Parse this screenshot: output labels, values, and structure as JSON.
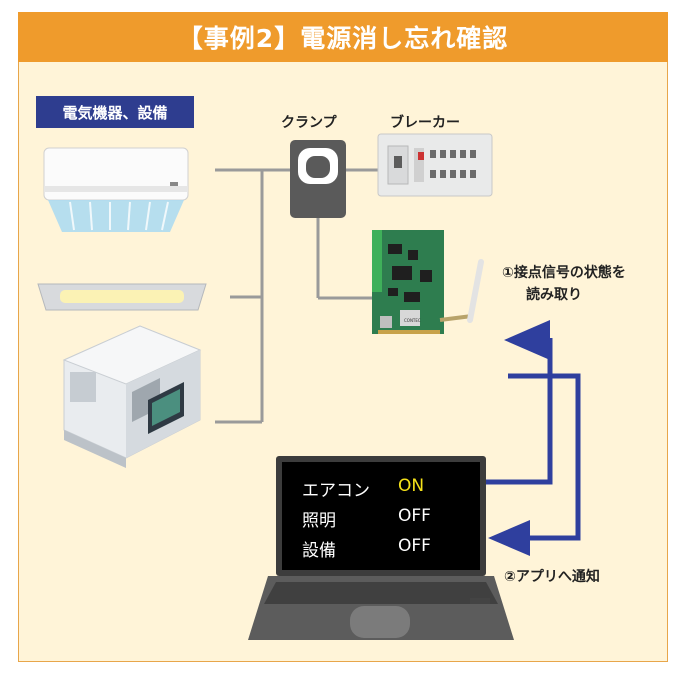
{
  "title": "【事例2】電源消し忘れ確認",
  "equipment_label": "電気機器、設備",
  "clamp_label": "クランプ",
  "breaker_label": "ブレーカー",
  "step1_label_line1": "①接点信号の状態を",
  "step1_label_line2": "読み取り",
  "step2_label": "②アプリへ通知",
  "board_text": "CONTEC",
  "screen_rows": [
    {
      "name": "エアコン",
      "state": "ON"
    },
    {
      "name": "照明",
      "state": "OFF"
    },
    {
      "name": "設備",
      "state": "OFF"
    }
  ],
  "colors": {
    "title_bar": "#ef9b2c",
    "background": "#fff4d8",
    "label_bg": "#2e3d8f",
    "arrow": "#2f3f9e",
    "on_state": "#f4e11a",
    "off_state": "#ffffff",
    "wire": "#9a9a9a"
  }
}
